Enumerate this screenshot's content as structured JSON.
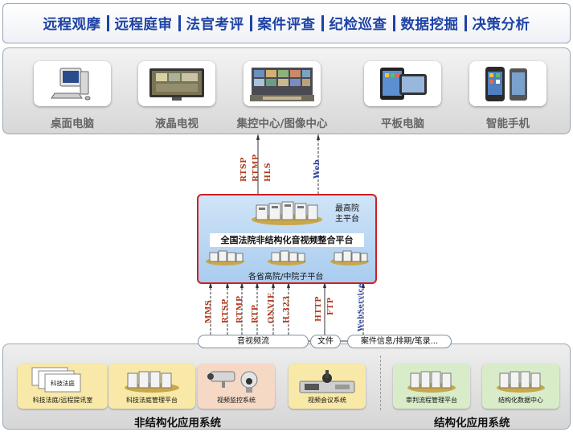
{
  "banner": {
    "items": [
      "远程观摩",
      "远程庭审",
      "法官考评",
      "案件评查",
      "纪检巡查",
      "数据挖掘",
      "决策分析"
    ]
  },
  "devices": [
    {
      "label": "桌面电脑",
      "icon": "desktop-computer-icon"
    },
    {
      "label": "液晶电视",
      "icon": "lcd-tv-icon"
    },
    {
      "label": "集控中心/图像中心",
      "icon": "control-center-icon"
    },
    {
      "label": "平板电脑",
      "icon": "tablet-icon"
    },
    {
      "label": "智能手机",
      "icon": "smartphone-icon"
    }
  ],
  "upstream_protocols": {
    "streaming": [
      "RTSP",
      "RTMP",
      "HLS"
    ],
    "web": "Web"
  },
  "platform": {
    "top_label_line1": "最高院",
    "top_label_line2": "主平台",
    "title": "全国法院非结构化音视频整合平台",
    "bottom_label": "各省高院/中院子平台"
  },
  "downstream_protocols": {
    "av": [
      "MMS",
      "RTSP",
      "RTMP",
      "RTP",
      "ONVIF",
      "H.323"
    ],
    "file": [
      "HTTP",
      "FTP"
    ],
    "web": "WebService"
  },
  "pills": {
    "av": "音视频流",
    "file": "文件",
    "case": "案件信息/排期/笔录..."
  },
  "unstructured_apps": [
    {
      "label": "科技法庭/远程提讯室",
      "inner_label": "科技法庭",
      "color": "#f9e9a8"
    },
    {
      "label": "科技法庭管理平台",
      "color": "#f9e9a8"
    },
    {
      "label": "视频监控系统",
      "color": "#f6d9c5"
    },
    {
      "label": "视频会议系统",
      "color": "#f9e9a8"
    }
  ],
  "structured_apps": [
    {
      "label": "审判流程管理平台",
      "color": "#d9ecc9"
    },
    {
      "label": "结构化数据中心",
      "color": "#d9ecc9"
    }
  ],
  "systems": {
    "unstructured": "非结构化应用系统",
    "structured": "结构化应用系统"
  },
  "colors": {
    "banner_text": "#1f43a5",
    "platform_border": "#cc2121",
    "protocol_red": "#b03a1e",
    "protocol_blue": "#2a3fa0"
  }
}
